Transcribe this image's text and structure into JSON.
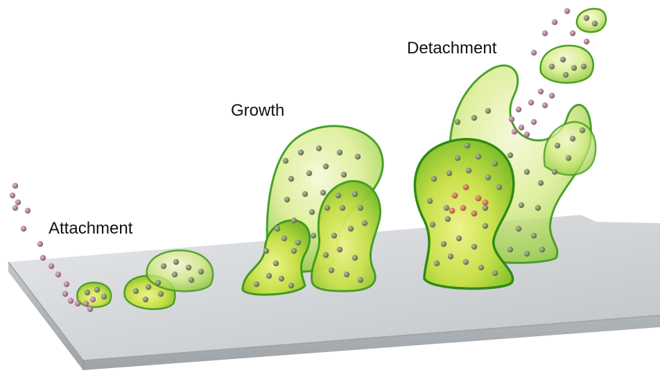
{
  "stages": {
    "attachment": "Attachment",
    "growth": "Growth",
    "detachment": "Detachment"
  },
  "colors": {
    "biofilm_light": "#e9f06a",
    "biofilm_mid": "#b6d832",
    "biofilm_edge": "#3f9a1e",
    "cell": "#6f7f5a",
    "cell_highlight": "#c46a3e",
    "free_bacteria": "#a9708a",
    "surface_top": "#d3d6d9",
    "surface_side": "#b6babd"
  }
}
